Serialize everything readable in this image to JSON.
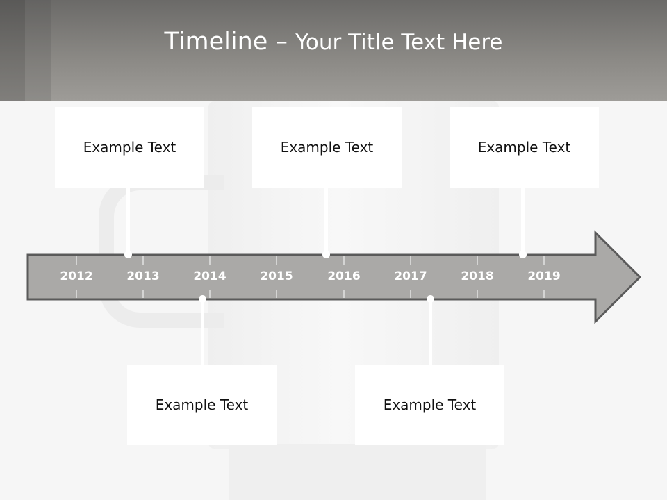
{
  "slide": {
    "title_main": "Timeline",
    "title_dash": "–",
    "title_sub": "Your Title Text Here"
  },
  "timeline": {
    "years": [
      "2012",
      "2013",
      "2014",
      "2015",
      "2016",
      "2017",
      "2018",
      "2019"
    ],
    "arrow_color": "#aaa9a7"
  },
  "callouts": [
    {
      "text": "Example Text",
      "side": "top"
    },
    {
      "text": "Example Text",
      "side": "bottom"
    },
    {
      "text": "Example Text",
      "side": "top"
    },
    {
      "text": "Example Text",
      "side": "bottom"
    },
    {
      "text": "Example Text",
      "side": "top"
    }
  ]
}
